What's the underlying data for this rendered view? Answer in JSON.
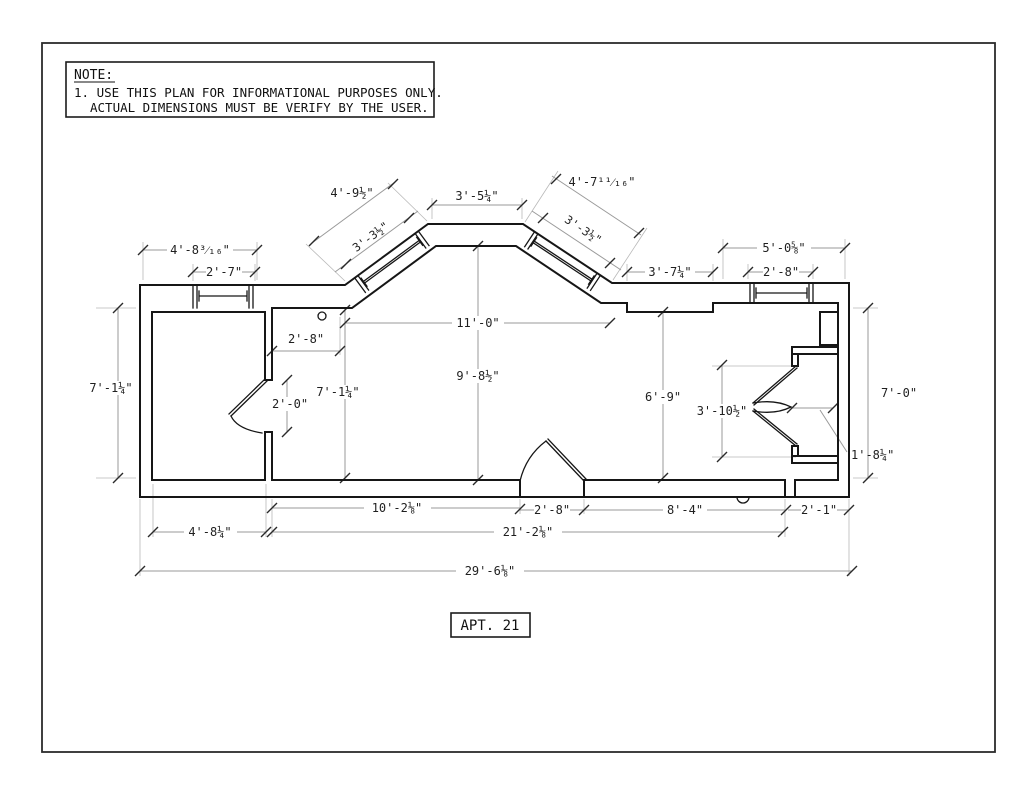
{
  "note": {
    "heading": "NOTE:",
    "line1": "1. USE THIS PLAN FOR INFORMATIONAL PURPOSES ONLY.",
    "line2": "ACTUAL DIMENSIONS MUST BE VERIFY BY THE USER."
  },
  "title_block": {
    "label": "APT. 21"
  },
  "dimensions": {
    "top_left_overall": "4'-8³⁄₁₆\"",
    "top_left_window": "2'-7\"",
    "bay_left_outer": "4'-9½\"",
    "bay_left_window": "3'-3½\"",
    "bay_top": "3'-5¼\"",
    "bay_right_outer": "4'-7¹¹⁄₁₆\"",
    "bay_right_window": "3'-3½\"",
    "top_right_wall": "3'-7¼\"",
    "top_right_overall": "5'-0⅝\"",
    "top_right_window": "2'-8\"",
    "left_height": "7'-1¼\"",
    "right_height": "7'-0\"",
    "interior_left_width": "2'-8\"",
    "interior_left_door": "2'-0\"",
    "interior_left_height": "7'-1¼\"",
    "interior_center_width": "11'-0\"",
    "interior_center_height": "9'-8½\"",
    "interior_right_height": "6'-9\"",
    "closet_opening": "3'-10½\"",
    "closet_depth": "1'-8¼\"",
    "bottom_left_room": "4'-8¼\"",
    "bottom_main": "10'-2⅛\"",
    "bottom_entry_door": "2'-8\"",
    "bottom_right": "8'-4\"",
    "bottom_far_right": "2'-1\"",
    "bottom_span": "21'-2⅛\"",
    "bottom_overall": "29'-6⅛\""
  },
  "colors": {
    "wall": "#161616",
    "dimension_line": "#9a9a9a",
    "extension_line": "#b9b9b9",
    "tick": "#2a2a2a",
    "text": "#1f1f1f",
    "paper": "#ffffff"
  }
}
